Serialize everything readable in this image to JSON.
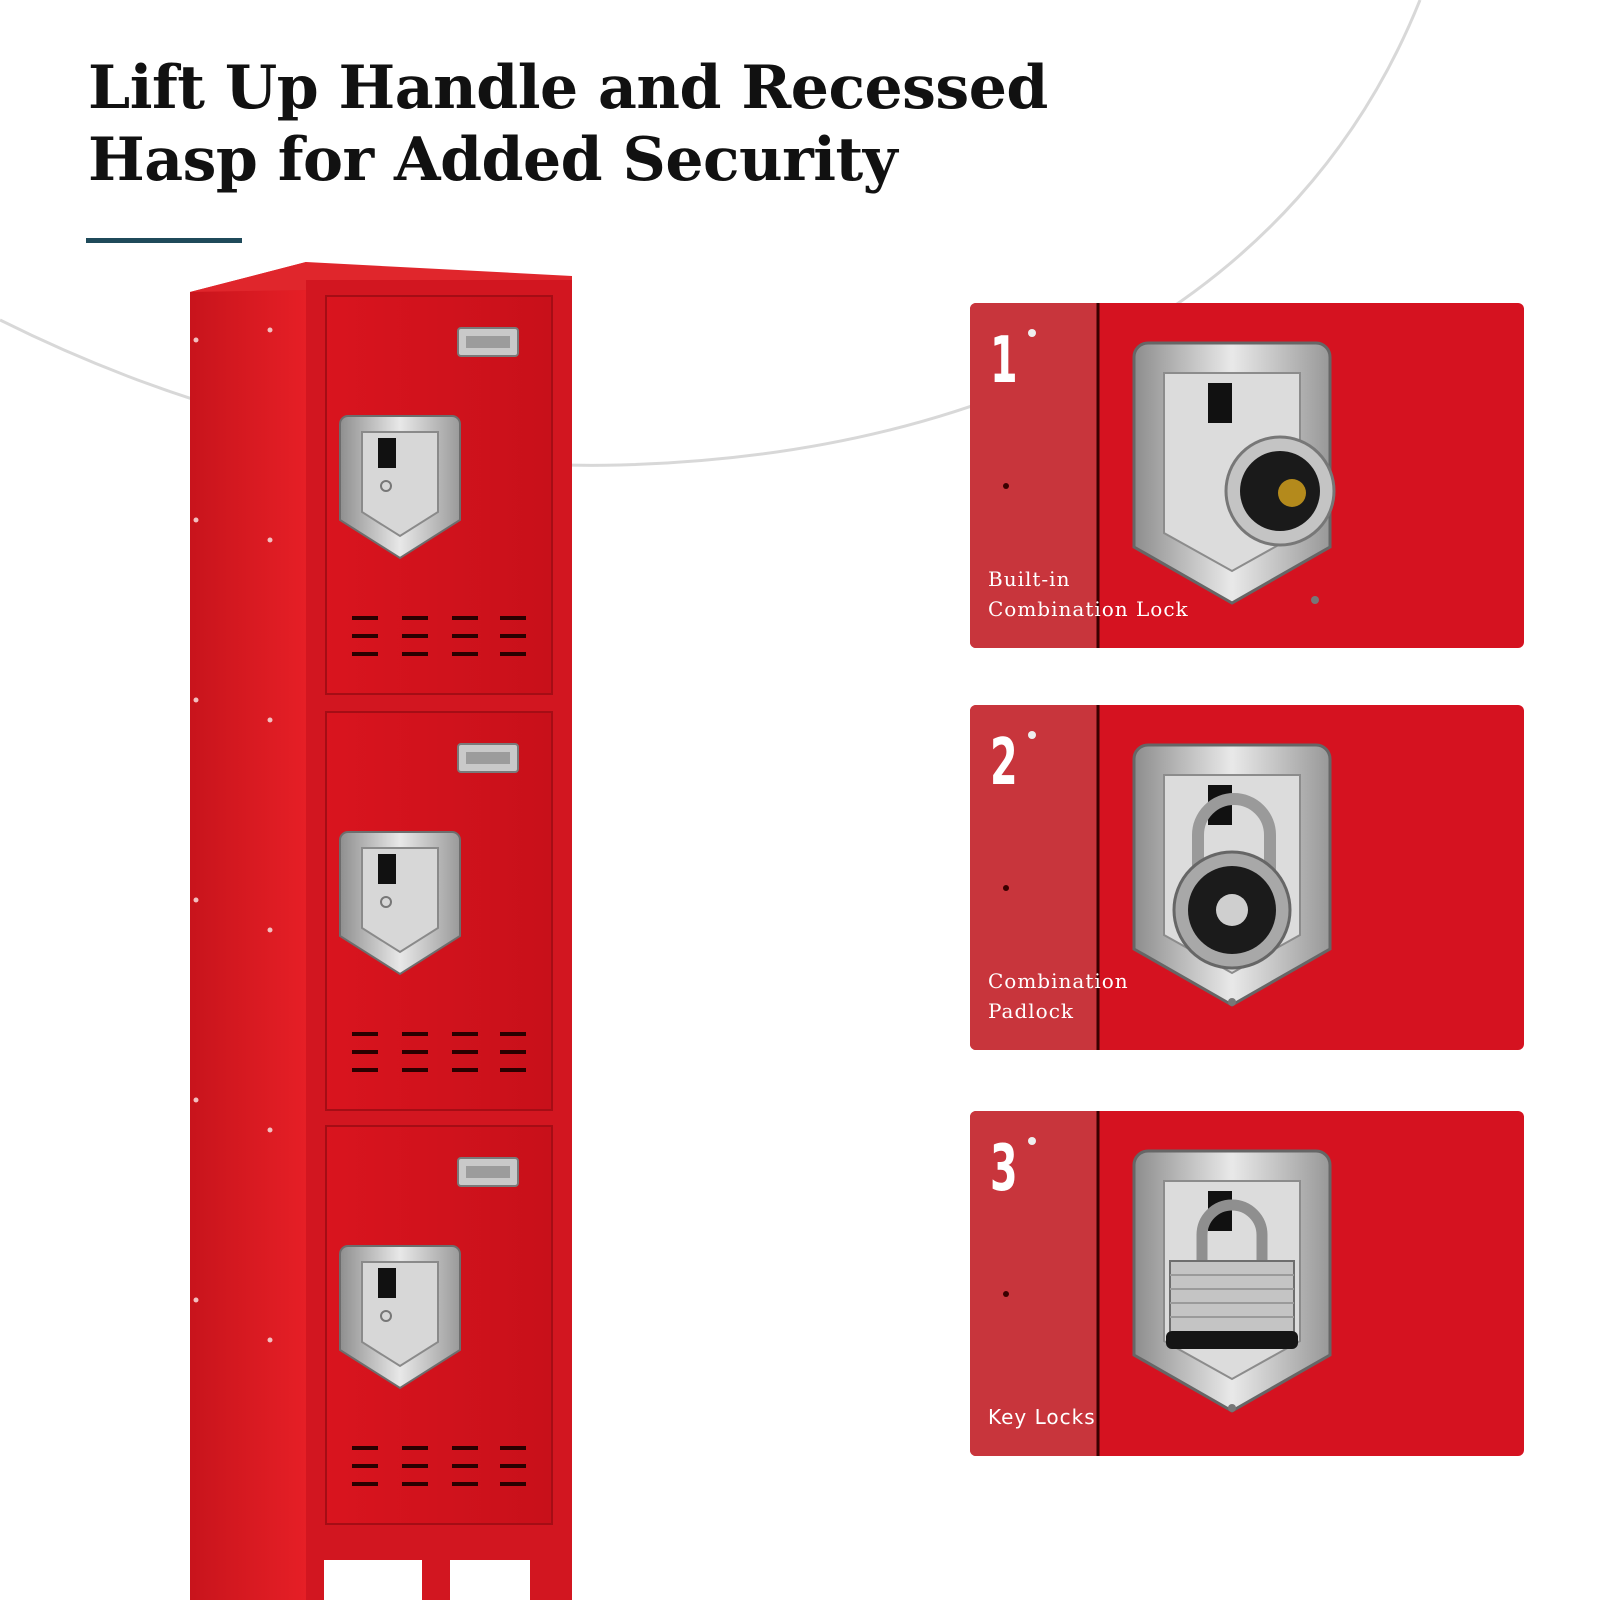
{
  "headline": {
    "line1": "Lift Up Handle and Recessed",
    "line2": "Hasp for Added Security"
  },
  "colors": {
    "accent_rule": "#1f4a5a",
    "locker_red": "#d9141e",
    "panel_red": "#d51220",
    "steel": "#b9b9b9",
    "arc": "#d9d9d9"
  },
  "locker": {
    "compartments": 3,
    "icons": [
      "label-holder-icon",
      "recessed-handle-icon",
      "vent-slots-icon"
    ]
  },
  "panels": [
    {
      "number": "1",
      "caption_line1": "Built-in",
      "caption_line2": "Combination Lock",
      "icon": "dial-lock-icon"
    },
    {
      "number": "2",
      "caption_line1": "Combination",
      "caption_line2": "Padlock",
      "icon": "combination-padlock-icon"
    },
    {
      "number": "3",
      "caption_line1": "Key Locks",
      "caption_line2": "",
      "icon": "key-padlock-icon"
    }
  ]
}
